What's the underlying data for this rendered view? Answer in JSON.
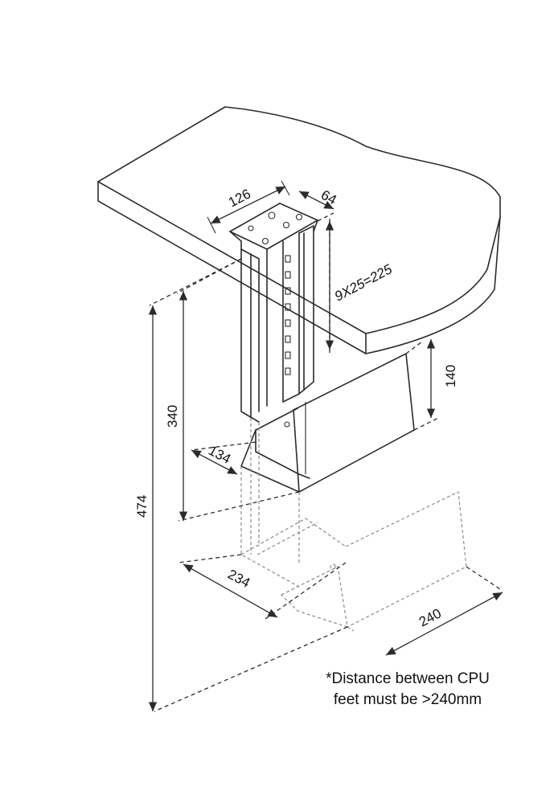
{
  "dimensions": {
    "bracket_width": "126",
    "bracket_depth": "64",
    "adjust_range": "9X25=225",
    "side_height": "140",
    "min_height": "340",
    "max_height": "474",
    "holder_depth": "134",
    "min_width": "234",
    "max_width": "240"
  },
  "note": {
    "line1": "*Distance between CPU",
    "line2": "feet must be >240mm"
  }
}
